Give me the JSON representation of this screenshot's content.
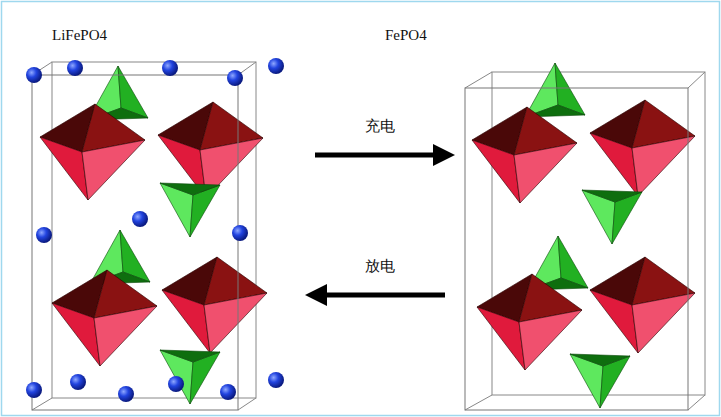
{
  "diagram": {
    "nodes": [
      {
        "text": [
          "LiFePO4"
        ]
      },
      {
        "text": [
          "FePO4"
        ]
      }
    ],
    "edges": [
      {
        "from": 0,
        "to": 1,
        "arrow": "to",
        "label": "充电"
      },
      {
        "from": 1,
        "to": 0,
        "arrow": "to",
        "label": "放电"
      }
    ]
  }
}
